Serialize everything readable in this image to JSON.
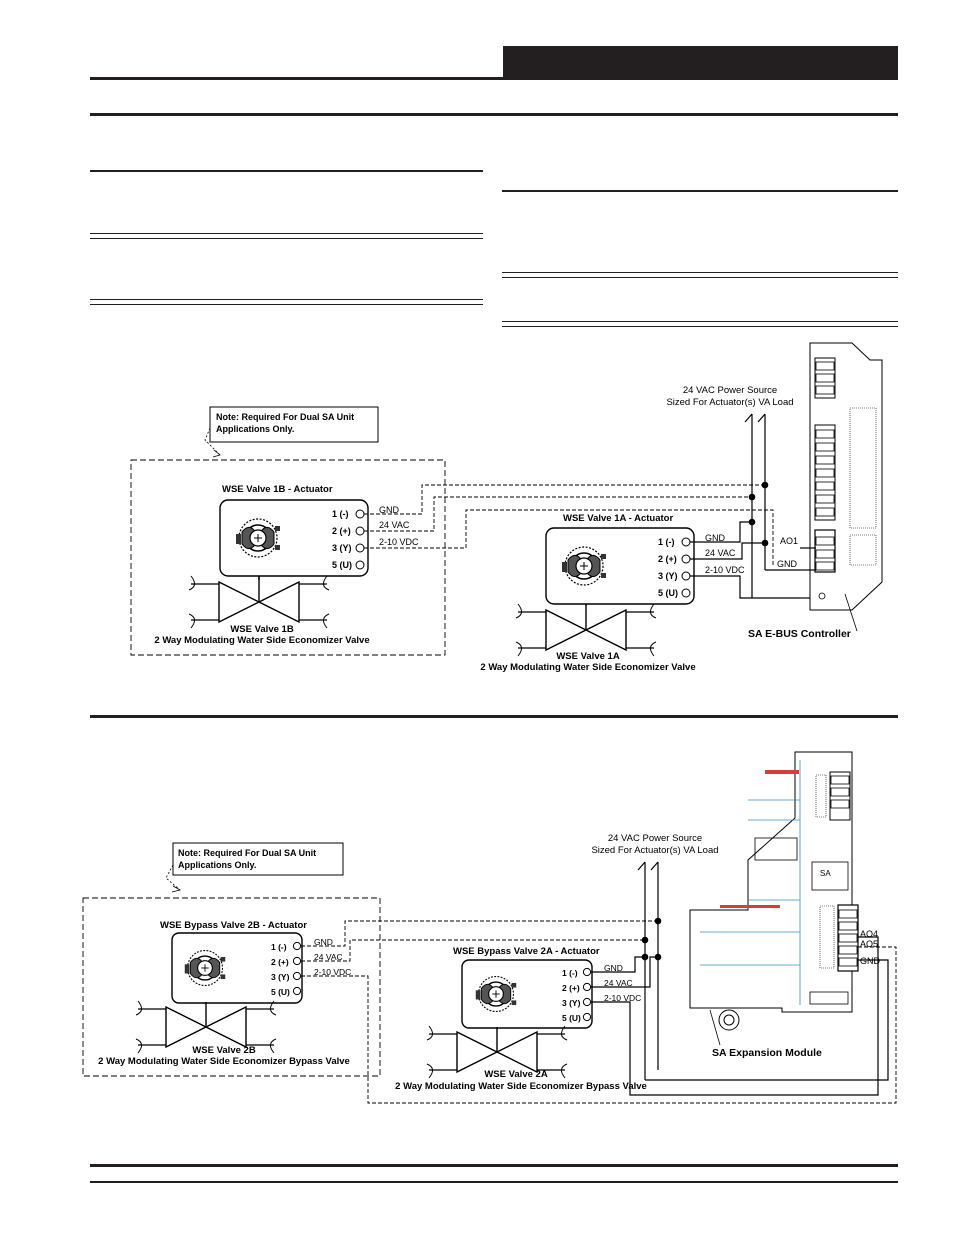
{
  "diagram1": {
    "note_line1": "Note: Required For Dual SA Unit",
    "note_line2": "Applications Only.",
    "power_line1": "24 VAC Power Source",
    "power_line2": "Sized For Actuator(s) VA Load",
    "actuator_1b_title": "WSE Valve 1B - Actuator",
    "actuator_1a_title": "WSE Valve 1A - Actuator",
    "terminals": [
      "1 (-)",
      "2 (+)",
      "3 (Y)",
      "5 (U)"
    ],
    "wire_gnd": "GND",
    "wire_24vac": "24 VAC",
    "wire_2_10vdc": "2-10 VDC",
    "valve_1b_line1": "WSE Valve 1B",
    "valve_1b_line2": "2 Way Modulating Water Side Economizer Valve",
    "valve_1a_line1": "WSE Valve 1A",
    "valve_1a_line2": "2 Way Modulating Water Side Economizer Valve",
    "ctrl_ao1": "AO1",
    "ctrl_gnd": "GND",
    "controller_label": "SA E-BUS Controller"
  },
  "diagram2": {
    "note_line1": "Note: Required For Dual SA Unit",
    "note_line2": "Applications Only.",
    "power_line1": "24 VAC Power Source",
    "power_line2": "Sized For Actuator(s) VA Load",
    "actuator_2b_title": "WSE Bypass Valve 2B - Actuator",
    "actuator_2a_title": "WSE Bypass Valve 2A - Actuator",
    "terminals": [
      "1 (-)",
      "2 (+)",
      "3 (Y)",
      "5 (U)"
    ],
    "wire_gnd": "GND",
    "wire_24vac": "24 VAC",
    "wire_2_10vdc": "2-10 VDC",
    "valve_2b_line1": "WSE Valve 2B",
    "valve_2b_line2": "2 Way Modulating Water Side Economizer Bypass Valve",
    "valve_2a_line1": "WSE Valve 2A",
    "valve_2a_line2": "2 Way Modulating Water Side Economizer Bypass Valve",
    "mod_ao4": "AO4",
    "mod_ao5": "AO5",
    "mod_gnd": "GND",
    "module_label": "SA Expansion Module",
    "module_sa": "SA"
  }
}
